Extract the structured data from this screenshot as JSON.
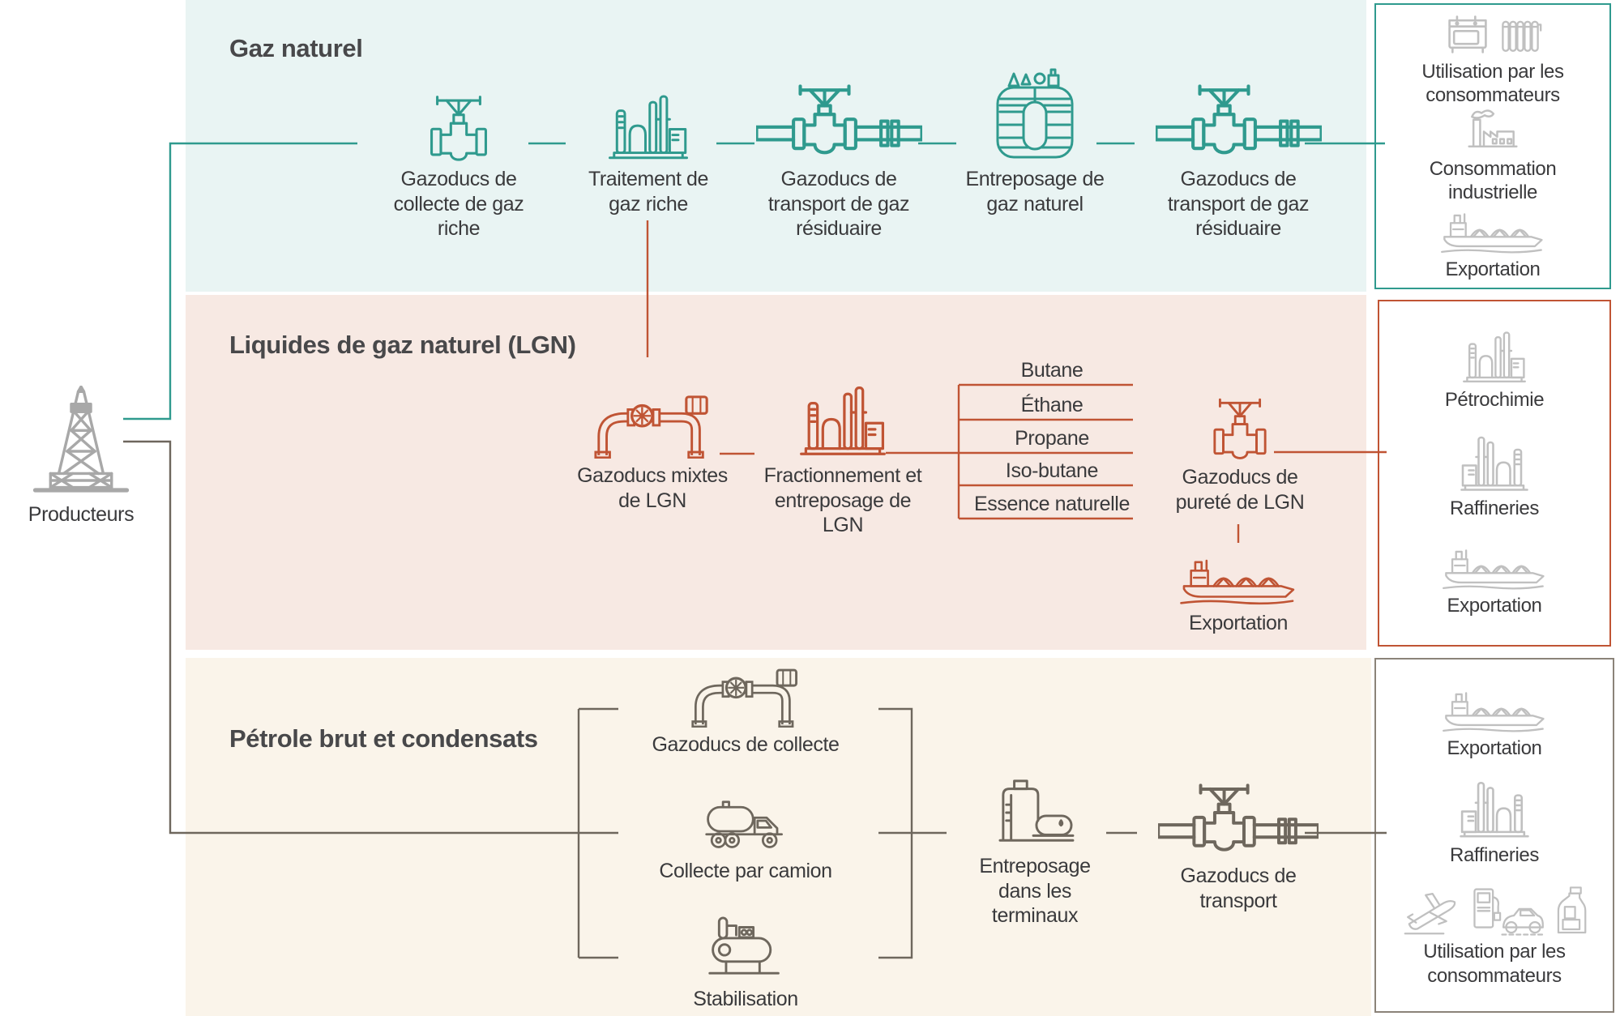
{
  "colors": {
    "teal_flow": "#2f9a8e",
    "red_flow": "#c05434",
    "gray_flow": "#6e675d",
    "band_gas_bg": "#e9f4f3",
    "band_ngl_bg": "#f7e9e3",
    "band_oil_bg": "#faf4ea",
    "oil_box_border": "#8b8379"
  },
  "producers": {
    "label": "Producteurs"
  },
  "bands": {
    "gas": {
      "title": "Gaz naturel",
      "nodes": {
        "collecte": "Gazoducs de collecte de gaz riche",
        "traitement": "Traitement de gaz riche",
        "transport1": "Gazoducs de transport de gaz résiduaire",
        "entreposage": "Entreposage de gaz naturel",
        "transport2": "Gazoducs de transport de gaz résiduaire"
      },
      "outcomes": [
        "Utilisation par les consommateurs",
        "Consommation industrielle",
        "Exportation"
      ]
    },
    "ngl": {
      "title": "Liquides de gaz naturel (LGN)",
      "nodes": {
        "mixtes": "Gazoducs mixtes de LGN",
        "fractionnement": "Fractionnement et entreposage de LGN",
        "purete": "Gazoducs de pureté de LGN",
        "exportation": "Exportation"
      },
      "products": [
        "Butane",
        "Éthane",
        "Propane",
        "Iso-butane",
        "Essence naturelle"
      ],
      "outcomes": [
        "Pétrochimie",
        "Raffineries",
        "Exportation"
      ]
    },
    "oil": {
      "title": "Pétrole brut et condensats",
      "nodes": {
        "collecte": "Gazoducs de collecte",
        "camion": "Collecte par camion",
        "stabilisation": "Stabilisation",
        "terminaux": "Entreposage dans les terminaux",
        "transport": "Gazoducs de transport"
      },
      "outcomes": [
        "Exportation",
        "Raffineries",
        "Utilisation par les consommateurs"
      ]
    }
  }
}
